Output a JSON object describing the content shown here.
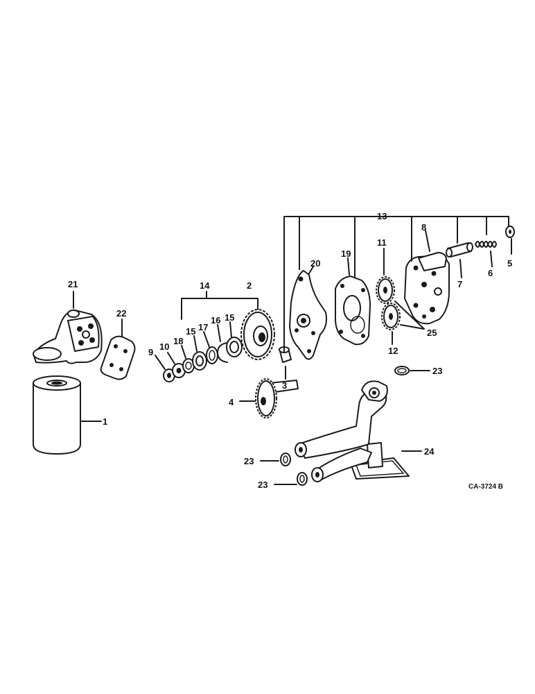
{
  "diagram": {
    "callouts": {
      "c1": "1",
      "c2": "2",
      "c3": "3",
      "c4": "4",
      "c5": "5",
      "c6": "6",
      "c7": "7",
      "c8": "8",
      "c9": "9",
      "c10": "10",
      "c11": "11",
      "c12": "12",
      "c13": "13",
      "c14": "14",
      "c15a": "15",
      "c15b": "15",
      "c16": "16",
      "c17": "17",
      "c18": "18",
      "c19": "19",
      "c20": "20",
      "c21": "21",
      "c22": "22",
      "c23a": "23",
      "c23b": "23",
      "c23c": "23",
      "c24": "24",
      "c25": "25"
    },
    "drawing_code": "CA-3724 B"
  }
}
